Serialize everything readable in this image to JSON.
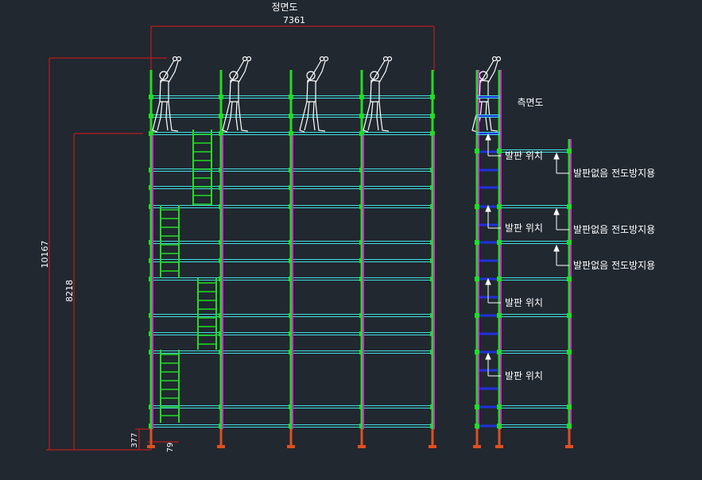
{
  "drawing": {
    "front_title": "정면도",
    "side_title": "측면도",
    "dim_width": "7361",
    "dim_total_height": "10167",
    "dim_platform_height": "8218",
    "dim_base_jack": "377",
    "dim_offset": "79",
    "labels": {
      "platform_position_1": "발판 위치",
      "platform_position_2": "발판 위치",
      "platform_position_3": "발판 위치",
      "platform_position_4": "발판 위치",
      "guardrail_1": "발판없음 전도방지용",
      "guardrail_2": "발판없음 전도방지용",
      "guardrail_3": "발판없음 전도방지용"
    }
  },
  "colors": {
    "background": "#212830",
    "dimension": "#e01818",
    "vertical_green": "#22dd22",
    "vertical_magenta": "#e020e0",
    "ledger_cyan": "#40e0e0",
    "ledger_blue": "#2030e0",
    "base_jack": "#e05020",
    "ladder": "#22dd22",
    "worker": "#ffffff"
  }
}
